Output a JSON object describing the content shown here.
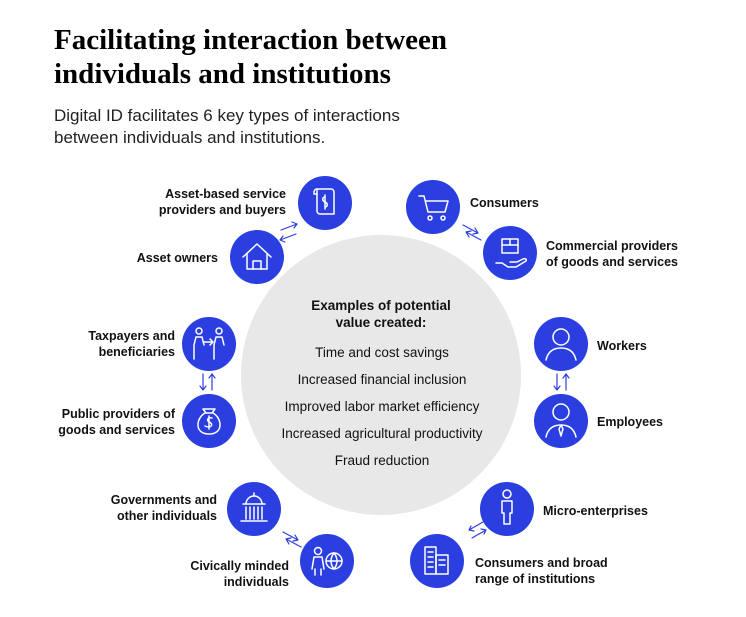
{
  "title": [
    "Facilitating interaction between",
    "individuals and institutions"
  ],
  "subtitle": [
    "Digital ID facilitates 6 key types of interactions",
    "between individuals and institutions."
  ],
  "center": {
    "heading": [
      "Examples of potential",
      "value created:"
    ],
    "items": [
      "Time and cost savings",
      "Increased financial inclusion",
      "Improved labor market efficiency",
      "Increased agricultural productivity",
      "Fraud reduction"
    ]
  },
  "colors": {
    "node": "#2b3fe0",
    "hub": "#e8e8e8",
    "arrow": "#2b3fe0",
    "text": "#111111"
  },
  "nodes": [
    {
      "label": [
        "Asset-based service",
        "providers and buyers"
      ],
      "icon": "document-icon"
    },
    {
      "label": [
        "Asset owners"
      ],
      "icon": "house-icon"
    },
    {
      "label": [
        "Consumers"
      ],
      "icon": "shopping-cart-icon"
    },
    {
      "label": [
        "Commercial providers",
        "of goods and services"
      ],
      "icon": "package-in-hand-icon"
    },
    {
      "label": [
        "Workers"
      ],
      "icon": "person-icon"
    },
    {
      "label": [
        "Employees"
      ],
      "icon": "person-with-tie-icon"
    },
    {
      "label": [
        "Micro-enterprises"
      ],
      "icon": "standing-person-icon"
    },
    {
      "label": [
        "Consumers and broad",
        "range of institutions"
      ],
      "icon": "buildings-icon"
    },
    {
      "label": [
        "Civically minded",
        "individuals"
      ],
      "icon": "people-globe-icon"
    },
    {
      "label": [
        "Governments and",
        "other individuals"
      ],
      "icon": "capitol-icon"
    },
    {
      "label": [
        "Public providers of",
        "goods and services"
      ],
      "icon": "money-bag-icon"
    },
    {
      "label": [
        "Taxpayers and",
        "beneficiaries"
      ],
      "icon": "people-exchange-icon"
    }
  ]
}
